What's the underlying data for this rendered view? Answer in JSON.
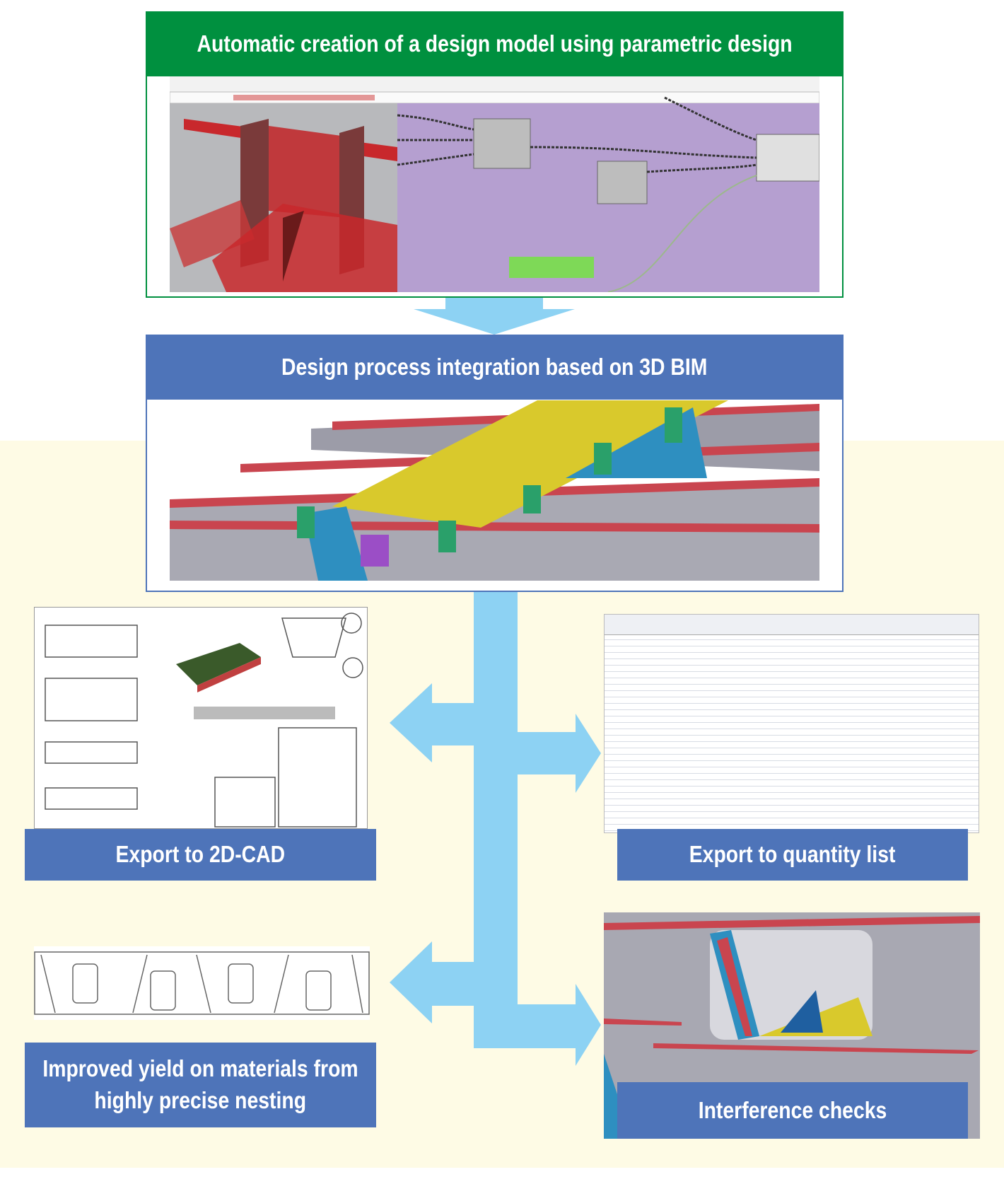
{
  "title": "Automatic creation of a design model using parametric design",
  "bim_title": "Design process integration based on 3D BIM",
  "outputs": {
    "cad": "Export to 2D-CAD",
    "quantity": "Export to quantity list",
    "nesting_line1": "Improved yield on materials from",
    "nesting_line2": "highly precise nesting",
    "interference": "Interference checks"
  },
  "colors": {
    "green": "#00903f",
    "blue": "#4e74b9",
    "arrow": "#8dd2f3",
    "cream": "#fefbe5"
  }
}
